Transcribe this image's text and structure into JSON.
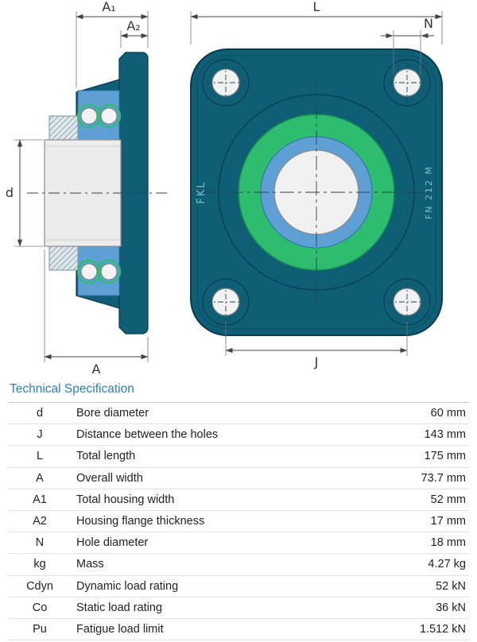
{
  "colors": {
    "housing": "#0e5e76",
    "housing_dark": "#083b4e",
    "green": "#2ebd6e",
    "blue": "#5ea0d6",
    "title_blue": "#2b7fbe"
  },
  "drawing": {
    "side_view": {
      "labels": {
        "a1": "A₁",
        "a2": "A₂",
        "d": "d",
        "a": "A"
      }
    },
    "front_view": {
      "labels": {
        "l": "L",
        "n": "N",
        "j": "J"
      },
      "brand": "FKL",
      "model": "FN 212 M"
    }
  },
  "spec": {
    "title": "Technical Specification",
    "rows": [
      {
        "symbol": "d",
        "label": "Bore diameter",
        "value": "60 mm"
      },
      {
        "symbol": "J",
        "label": "Distance between the holes",
        "value": "143 mm"
      },
      {
        "symbol": "L",
        "label": "Total length",
        "value": "175 mm"
      },
      {
        "symbol": "A",
        "label": "Overall width",
        "value": "73.7 mm"
      },
      {
        "symbol": "A1",
        "label": "Total housing width",
        "value": "52 mm"
      },
      {
        "symbol": "A2",
        "label": "Housing flange thickness",
        "value": "17 mm"
      },
      {
        "symbol": "N",
        "label": "Hole diameter",
        "value": "18 mm"
      },
      {
        "symbol": "kg",
        "label": "Mass",
        "value": "4.27 kg"
      },
      {
        "symbol": "Cdyn",
        "label": "Dynamic load rating",
        "value": "52 kN"
      },
      {
        "symbol": "Co",
        "label": "Static load rating",
        "value": "36 kN"
      },
      {
        "symbol": "Pu",
        "label": "Fatigue load limit",
        "value": "1.512 kN"
      }
    ]
  }
}
